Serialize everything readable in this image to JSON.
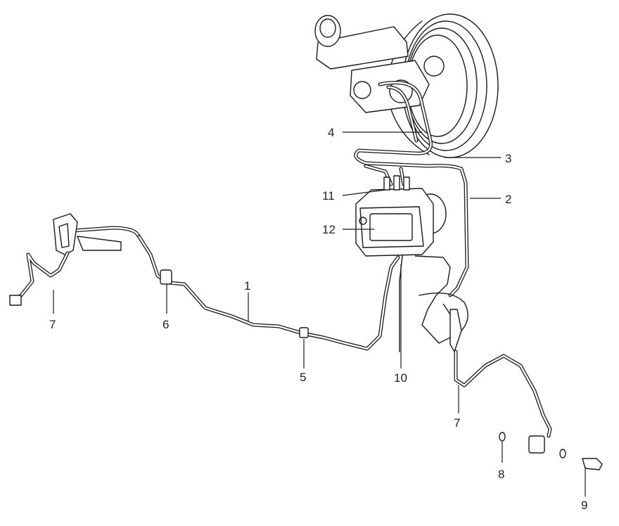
{
  "callouts": [
    {
      "id": "c1",
      "label": "1"
    },
    {
      "id": "c2",
      "label": "2"
    },
    {
      "id": "c3",
      "label": "3"
    },
    {
      "id": "c4",
      "label": "4"
    },
    {
      "id": "c5",
      "label": "5"
    },
    {
      "id": "c6",
      "label": "6"
    },
    {
      "id": "c7a",
      "label": "7"
    },
    {
      "id": "c7b",
      "label": "7"
    },
    {
      "id": "c8",
      "label": "8"
    },
    {
      "id": "c9",
      "label": "9"
    },
    {
      "id": "c10",
      "label": "10"
    },
    {
      "id": "c11",
      "label": "11"
    },
    {
      "id": "c12",
      "label": "12"
    }
  ]
}
